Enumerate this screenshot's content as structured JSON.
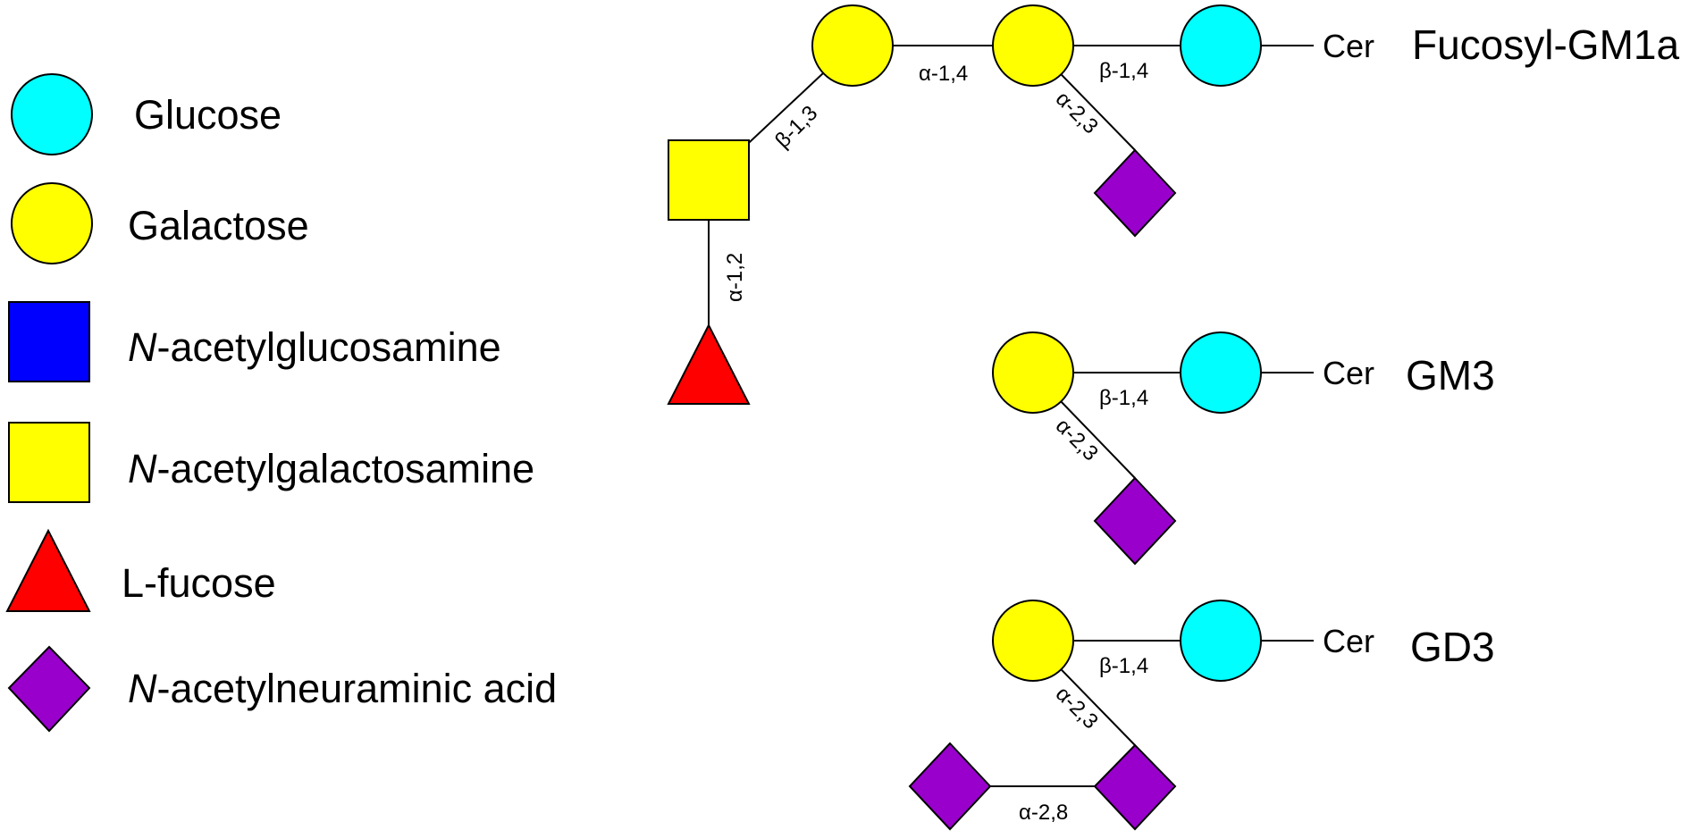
{
  "legend": {
    "items": [
      {
        "shape": "circle",
        "color": "#00ffff",
        "label_pre_italic": "",
        "label": "Glucose"
      },
      {
        "shape": "circle",
        "color": "#ffff00",
        "label_pre_italic": "",
        "label": "Galactose"
      },
      {
        "shape": "square",
        "color": "#0000ff",
        "label_pre_italic": "N",
        "label": "-acetylglucosamine"
      },
      {
        "shape": "square",
        "color": "#ffff00",
        "label_pre_italic": "N",
        "label": "-acetylgalactosamine"
      },
      {
        "shape": "triangle",
        "color": "#ff0000",
        "label_pre_italic": "",
        "label": "L-fucose"
      },
      {
        "shape": "diamond",
        "color": "#9900cc",
        "label_pre_italic": "N",
        "label": "-acetylneuraminic acid"
      }
    ]
  },
  "structures": {
    "fucosyl_gm1a": {
      "name": "Fucosyl-GM1a",
      "cer": "Cer",
      "bonds": {
        "glc_gal": "β-1,4",
        "gal_gal": "α-1,4",
        "gal_neuac": "α-2,3",
        "gal_galnac": "β-1,3",
        "galnac_fuc": "α-1,2"
      }
    },
    "gm3": {
      "name": "GM3",
      "cer": "Cer",
      "bonds": {
        "glc_gal": "β-1,4",
        "gal_neuac": "α-2,3"
      }
    },
    "gd3": {
      "name": "GD3",
      "cer": "Cer",
      "bonds": {
        "glc_gal": "β-1,4",
        "gal_neuac": "α-2,3",
        "neuac_neuac": "α-2,8"
      }
    }
  },
  "colors": {
    "glucose": "#00ffff",
    "galactose": "#ffff00",
    "n_acetylglucosamine": "#0000ff",
    "n_acetylgalactosamine": "#ffff00",
    "l_fucose": "#ff0000",
    "n_acetylneuraminic_acid": "#9900cc"
  }
}
